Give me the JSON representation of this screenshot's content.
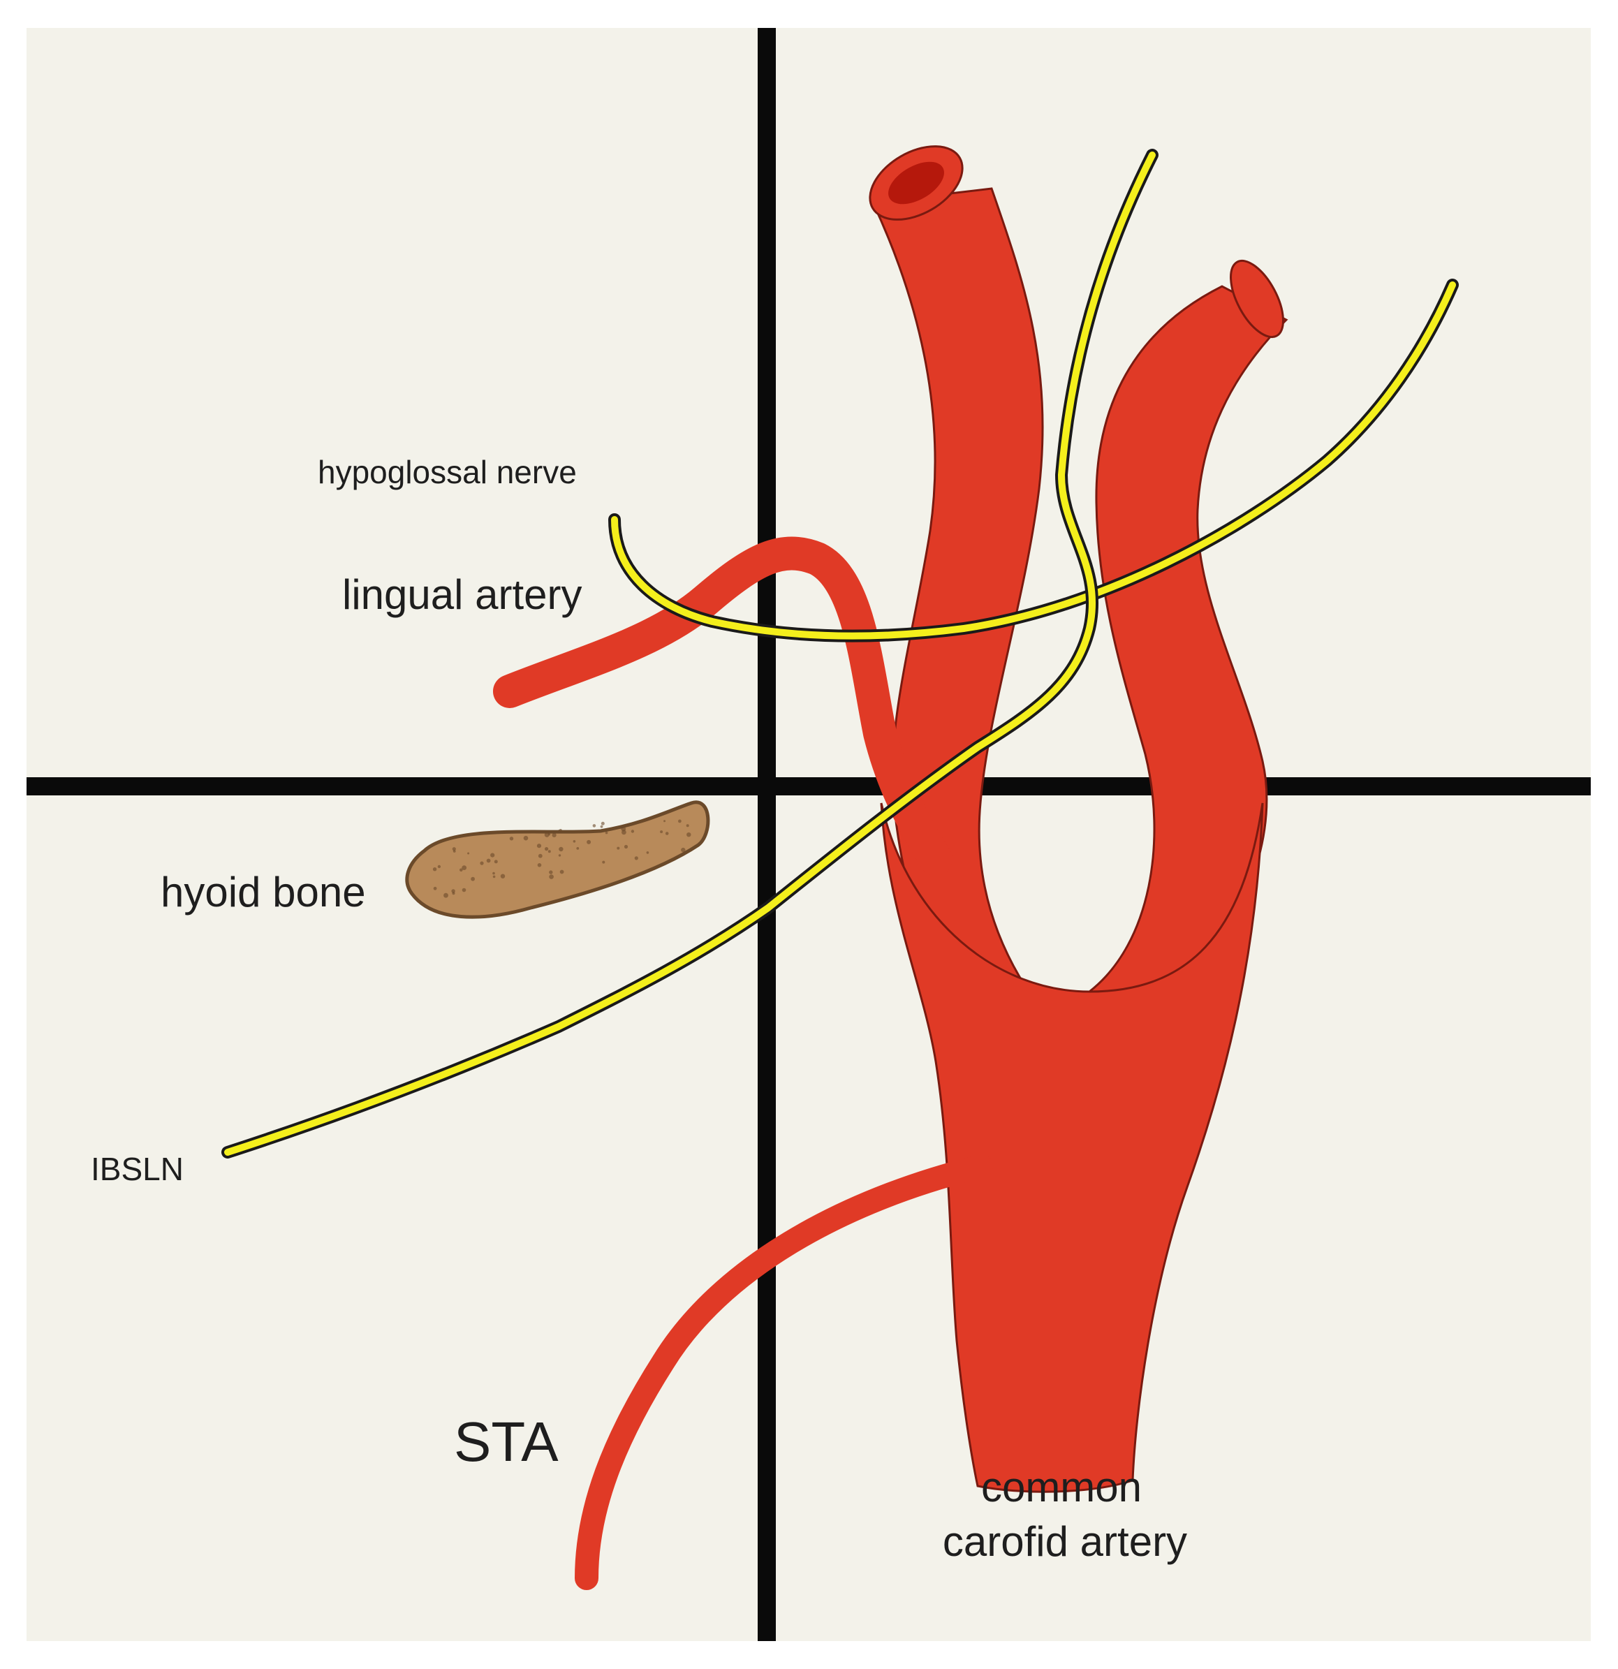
{
  "labels": {
    "hypoglossal_nerve": "hypoglossal nerve",
    "lingual_artery": "lingual artery",
    "hyoid_bone": "hyoid bone",
    "ibsln": "IBSLN",
    "sta": "STA",
    "common_carotid_line1": "common",
    "common_carotid_line2": "carofid artery"
  },
  "colors": {
    "background": "#f3f2ea",
    "artery": "#e03a26",
    "artery_outline": "#7a1a10",
    "nerve": "#f4ef1c",
    "nerve_outline": "#1a1a1a",
    "bone": "#b88a5a",
    "bone_outline": "#6b4a2a",
    "axis": "#0a0a0a"
  }
}
